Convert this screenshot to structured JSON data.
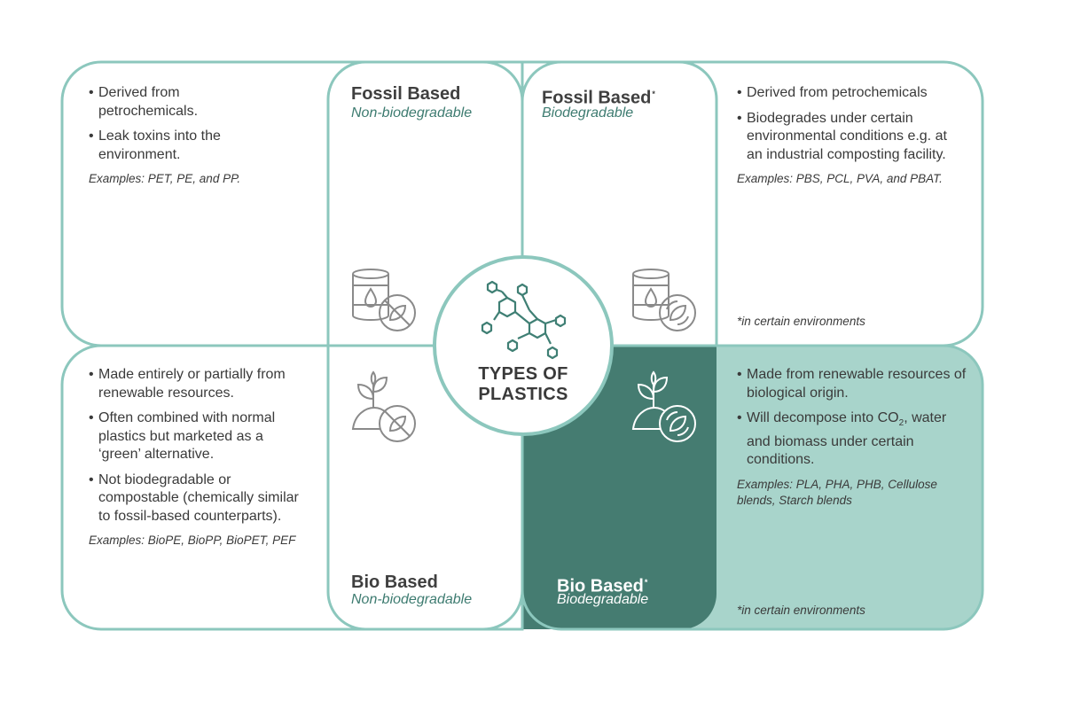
{
  "quadrants": {
    "fossil_nonbio": {
      "title": "Fossil Based",
      "subtitle": "Non-biodegradable",
      "bullets": [
        "Derived from petrochemicals.",
        "Leak toxins into the environment."
      ],
      "examples": "Examples: PET, PE, and PP."
    },
    "fossil_bio": {
      "title": "Fossil Based",
      "asterisk": "*",
      "subtitle": "Biodegradable",
      "bullets": [
        "Derived from petrochemicals",
        "Biodegrades under certain environmental conditions e.g. at an industrial composting facility."
      ],
      "examples": "Examples: PBS, PCL, PVA, and PBAT.",
      "note": "*in certain environments"
    },
    "bio_nonbio": {
      "title": "Bio Based",
      "subtitle": "Non-biodegradable",
      "bullets": [
        "Made entirely or partially from renewable resources.",
        "Often combined with normal plastics but marketed as a ‘green’ alternative.",
        "Not biodegradable or compostable (chemically similar to fossil-based counterparts)."
      ],
      "examples": "Examples: BioPE, BioPP, BioPET, PEF"
    },
    "bio_bio": {
      "title": "Bio Based",
      "asterisk": "*",
      "subtitle": "Biodegradable",
      "bullet1": "Made from renewable resources of biological origin.",
      "bullet2_pre": "Will decompose into CO",
      "bullet2_sub": "2",
      "bullet2_post": ", water and biomass under certain conditions.",
      "examples": "Examples: PLA, PHA, PHB, Cellulose blends, Starch blends",
      "note": "*in certain environments"
    }
  },
  "center": {
    "title": "TYPES OF PLASTICS"
  },
  "icons": [
    "oil-barrel-icon",
    "no-biodegrade-icon",
    "plant-icon",
    "biodegrade-icon",
    "molecule-icon"
  ],
  "colors": {
    "teal_border": "#8cc7bd",
    "dark_teal": "#457c71",
    "light_teal": "#a8d4cb",
    "icon_gray": "#8a8a8a",
    "molecule": "#3f7f74"
  }
}
